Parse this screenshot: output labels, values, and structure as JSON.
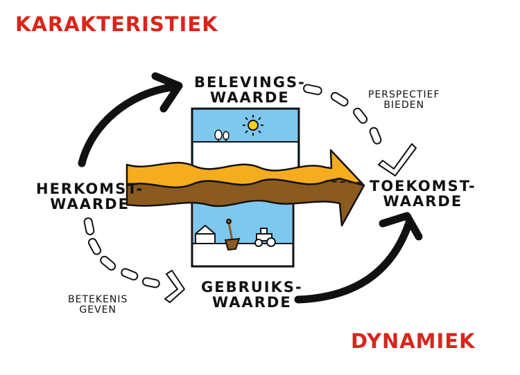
{
  "title": "KARAKTERISTIEK",
  "footer": "DYNAMIEK",
  "nodes": {
    "belevings": [
      "BELEVINGS-",
      "WAARDE"
    ],
    "herkomst": [
      "HERKOMST-",
      "WAARDE"
    ],
    "toekomst": [
      "TOEKOMST-",
      "WAARDE"
    ],
    "gebruiks": [
      "GEBRUIKS-",
      "WAARDE"
    ]
  },
  "annotations": {
    "perspectief": [
      "PERSPECTIEF",
      "BIEDEN"
    ],
    "betekenis": [
      "BETEKENIS",
      "GEVEN"
    ]
  },
  "colors": {
    "title_red": "#d8261c",
    "sky": "#7ec8f0",
    "sand": "#f5ad1e",
    "soil": "#8a5a1e",
    "ink": "#111111"
  },
  "icons": [
    "sun-icon",
    "trees-icon",
    "house-icon",
    "shovel-icon",
    "tractor-icon"
  ]
}
